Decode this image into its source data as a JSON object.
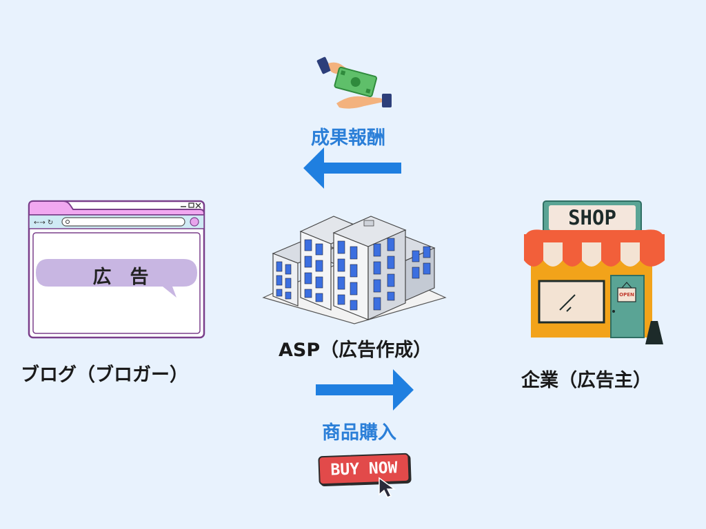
{
  "blog": {
    "ad_text": "広　告",
    "label": "ブログ（ブロガー）"
  },
  "asp": {
    "label": "ASP（広告作成）"
  },
  "company": {
    "label": "企業（広告主）",
    "shop_sign": "SHOP",
    "door_sign": "OPEN"
  },
  "flows": {
    "reward_label": "成果報酬",
    "purchase_label": "商品購入",
    "buy_now_label": "BUY NOW"
  },
  "colors": {
    "background": "#e8f2fd",
    "arrow": "#1f7fe0",
    "flow_text": "#2b7fd8"
  }
}
